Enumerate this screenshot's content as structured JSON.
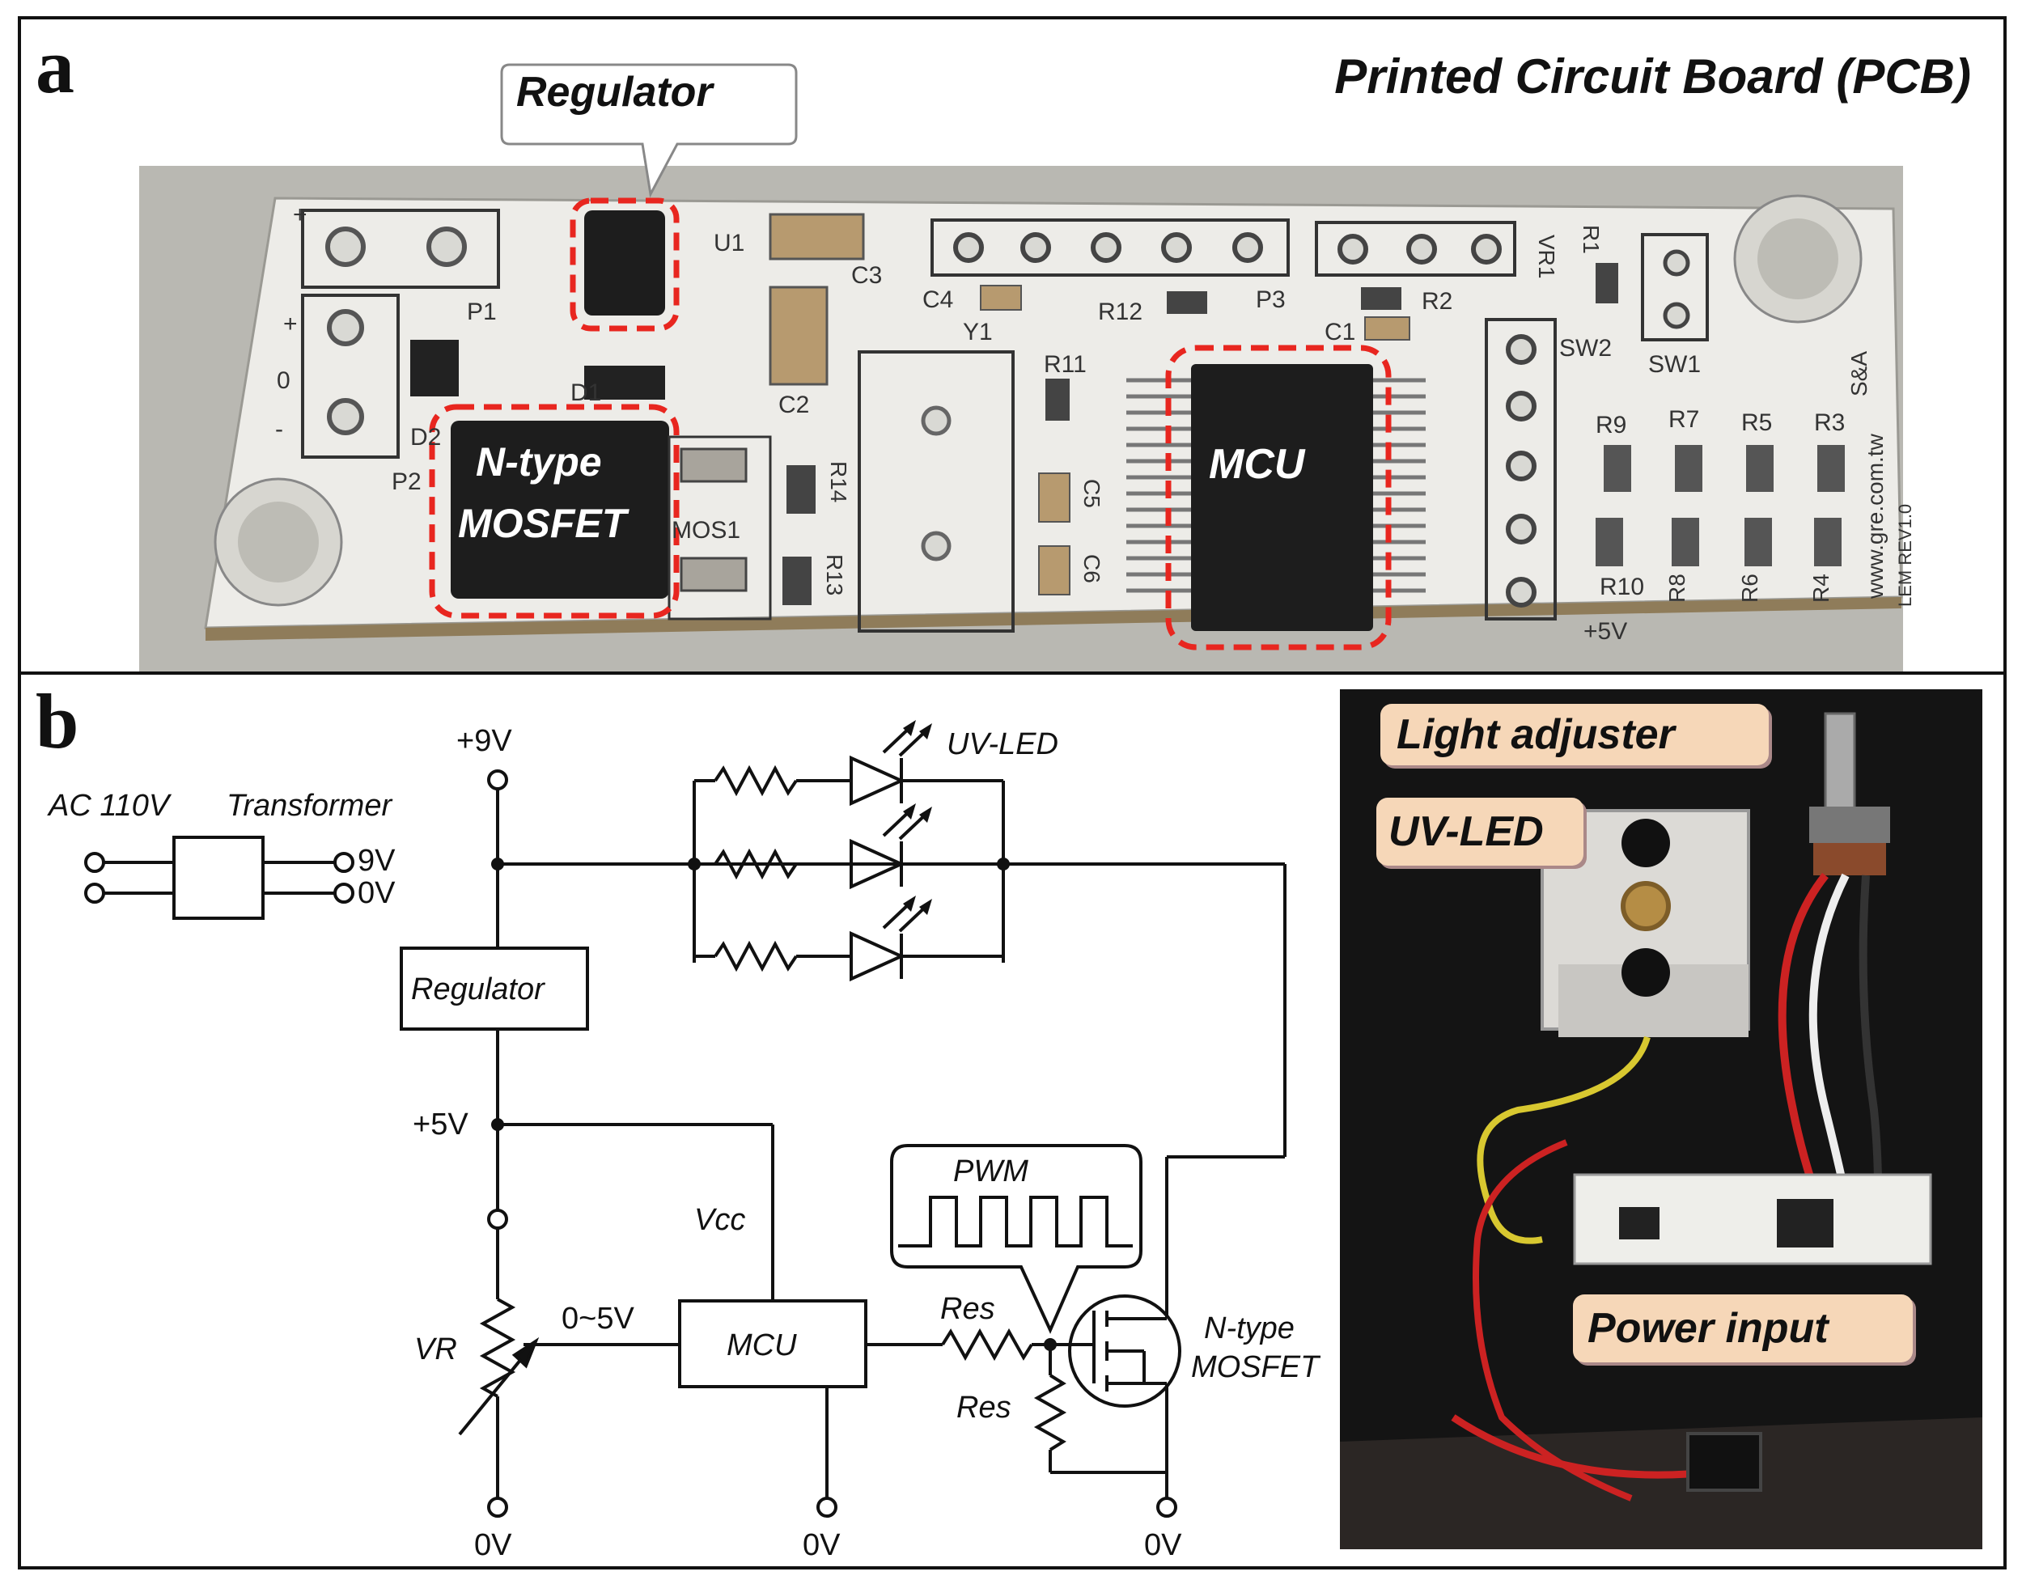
{
  "panel_a": {
    "letter": "a",
    "title": "Printed Circuit Board (PCB)",
    "callouts": {
      "regulator": "Regulator",
      "mosfet_line1": "N-type",
      "mosfet_line2": "MOSFET",
      "mcu": "MCU"
    },
    "silkscreen": {
      "u1": "U1",
      "c3": "C3",
      "c4": "C4",
      "y1": "Y1",
      "r12": "R12",
      "p3": "P3",
      "r2": "R2",
      "vr1": "VR1",
      "r1": "R1",
      "c1": "C1",
      "sw2": "SW2",
      "sw1": "SW1",
      "p1": "P1",
      "plus_a": "+",
      "plus_b": "+",
      "minus": "-",
      "zero": "0",
      "d1": "D1",
      "d2": "D2",
      "p2": "P2",
      "c2": "C2",
      "r11": "R11",
      "mos1": "MOS1",
      "r14": "R14",
      "r13": "R13",
      "c5": "C5",
      "c6": "C6",
      "r9": "R9",
      "r7": "R7",
      "r5": "R5",
      "r3": "R3",
      "r10": "R10",
      "r8": "R8",
      "r6": "R6",
      "r4": "R4",
      "plus5v": "+5V",
      "url": "www.gre.com.tw",
      "rev": "LEM REV1.0",
      "brand": "S&A"
    },
    "colors": {
      "highlight": "#e8261f",
      "board": "#ecebe6",
      "chip": "#1d1d1d"
    }
  },
  "panel_b": {
    "letter": "b",
    "schematic": {
      "ac_label": "AC 110V",
      "transformer_label": "Transformer",
      "out_9v": "9V",
      "out_0v": "0V",
      "v9_label": "+9V",
      "regulator_label": "Regulator",
      "v5_label": "+5V",
      "uvled_label": "UV-LED",
      "vcc_label": "Vcc",
      "range_label": "0~5V",
      "vr_label": "VR",
      "mcu_label": "MCU",
      "pwm_label": "PWM",
      "res_label_1": "Res",
      "res_label_2": "Res",
      "mosfet_line1": "N-type",
      "mosfet_line2": "MOSFET",
      "gnd_1": "0V",
      "gnd_2": "0V",
      "gnd_3": "0V"
    },
    "photo_labels": {
      "light_adjuster": "Light adjuster",
      "uvled": "UV-LED",
      "power_input": "Power input"
    },
    "colors": {
      "label_bg": "#f6d7b8",
      "enclosure": "#151515"
    }
  }
}
